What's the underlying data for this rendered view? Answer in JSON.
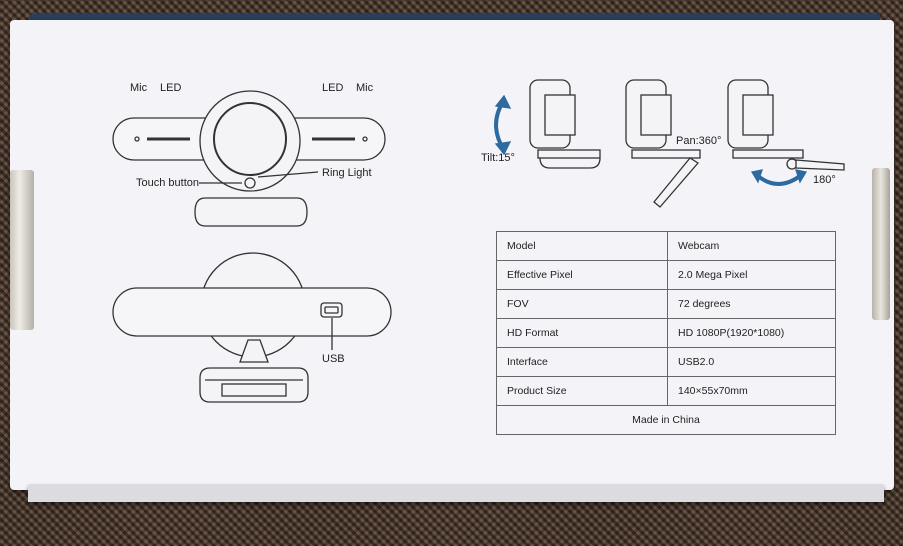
{
  "front_view": {
    "mic_left": "Mic",
    "led_left": "LED",
    "led_right": "LED",
    "mic_right": "Mic",
    "touch_button": "Touch button",
    "ring_light": "Ring Light"
  },
  "back_view": {
    "usb": "USB"
  },
  "rotation": {
    "tilt": "Tilt:15°",
    "pan": "Pan:360°",
    "fold": "180°"
  },
  "spec_table": {
    "rows": [
      {
        "key": "Model",
        "value": "Webcam"
      },
      {
        "key": "Effective Pixel",
        "value": "2.0 Mega Pixel"
      },
      {
        "key": "FOV",
        "value": "72 degrees"
      },
      {
        "key": "HD Format",
        "value": "HD 1080P(1920*1080)"
      },
      {
        "key": "Interface",
        "value": "USB2.0"
      },
      {
        "key": "Product Size",
        "value": "140×55x70mm"
      }
    ],
    "footer": "Made in China"
  }
}
